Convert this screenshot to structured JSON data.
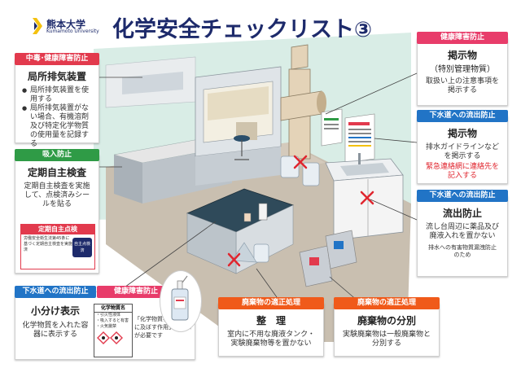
{
  "header": {
    "logo_univ_jp": "熊本大学",
    "logo_univ_en": "Kumamoto University",
    "title": "化学安全チェックリスト",
    "title_number": "③"
  },
  "cards": {
    "local_exhaust": {
      "tag": "中毒･健康障害防止",
      "title": "局所排気装置",
      "bullets": [
        "局所排気装置を使用する",
        "局所排気装置がない場合、有機溶剤及び特定化学物質の使用量を記録する"
      ]
    },
    "self_inspection": {
      "tag": "吸入防止",
      "title": "定期自主検査",
      "body": "定期自主検査を実施して、点検済みシールを貼る",
      "seal": {
        "banner": "定期自主点検",
        "text": "労働安全衛生法第45条に基づく定期自主検査を実施済",
        "badge_line1": "自主点検",
        "badge_line2": "済"
      }
    },
    "subdivide": {
      "tag_left": "下水道への流出防止",
      "tag_right": "健康障害防止",
      "title": "小分け表示",
      "body": "化学物質を入れた容器に表示する",
      "label_title": "化学物質名",
      "label_lines": [
        "・引火性液体",
        "・吸入すると有害",
        "・火気厳禁"
      ],
      "note": "「化学物質名」、「人体に及ぼす作用」の表示が必要です"
    },
    "waste_cleanup": {
      "tag": "廃棄物の適正処理",
      "title": "整　理",
      "body": "室内に不用な廃液タンク・実験廃棄物等を置かない"
    },
    "waste_sort": {
      "tag": "廃棄物の適正処理",
      "title": "廃棄物の分別",
      "body": "実験廃棄物は一般廃棄物と分別する"
    },
    "sign_specific": {
      "tag": "健康障害防止",
      "title": "掲示物",
      "subtitle": "（特別管理物質）",
      "body": "取扱い上の注意事項を掲示する"
    },
    "sign_drain": {
      "tag": "下水道への流出防止",
      "title": "掲示物",
      "body": "排水ガイドラインなどを掲示する",
      "warn": "緊急連絡網に連絡先を記入する"
    },
    "outflow": {
      "tag": "下水道への流出防止",
      "title": "流出防止",
      "body": "流し台周辺に薬品及び廃液入れを置かない",
      "small": "排水への有害物質漏洩防止のため"
    }
  },
  "colors": {
    "floor": "#c9bfb0",
    "wall": "#d9ede6",
    "tag_red": "#e23a4d",
    "tag_green": "#2f9b46",
    "tag_blue": "#2174c6",
    "tag_pink": "#e83c6a",
    "tag_orange": "#f05a1a",
    "title_navy": "#1d2a6b",
    "logo_yellow": "#f4c10f"
  }
}
